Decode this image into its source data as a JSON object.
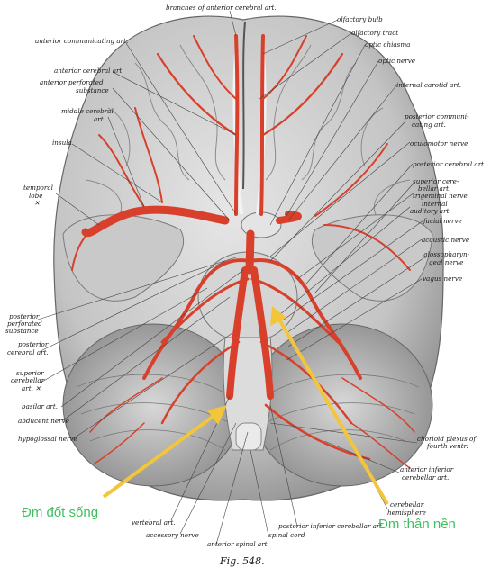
{
  "figure": {
    "caption": "Fig. 548.",
    "labels": {
      "branches_acerebral": "branches of anterior cerebral art.",
      "olfactory_bulb": "olfactory bulb",
      "olfactory_tract": "olfactory tract",
      "optic_chiasma": "optic chiasma",
      "optic_nerve": "optic nerve",
      "internal_carotid": "internal carotid art.",
      "posterior_communicating_1": "posterior communi-",
      "posterior_communicating_2": "cating art.",
      "oculomotor": "oculomotor nerve",
      "posterior_cerebral_r": "posterior cerebral art.",
      "sup_cerebellar_r1": "superior cere-",
      "sup_cerebellar_r2": "bellar art.",
      "trigeminal": "trigeminal nerve",
      "internal_auditory_1": "internal",
      "internal_auditory_2": "auditory art.",
      "facial": "facial nerve",
      "acoustic": "acoustic nerve",
      "glossopharyngeal_1": "glossopharyn-",
      "glossopharyngeal_2": "geal nerve",
      "vagus": "vagus nerve",
      "choroid_plexus_1": "chorioid plexus of",
      "choroid_plexus_2": "fourth ventr.",
      "ant_inf_cerebellar_1": "anterior inferior",
      "ant_inf_cerebellar_2": "cerebellar art.",
      "cerebellar_hemisphere_1": "cerebellar",
      "cerebellar_hemisphere_2": "hemisphere",
      "post_inf_cerebellar": "posterior inferior cerebellar art.",
      "spinal_cord": "spinal cord",
      "anterior_spinal": "anterior spinal art.",
      "accessory": "accessory nerve",
      "vertebral": "vertebral art.",
      "anterior_communicating": "anterior communicating art.",
      "anterior_cerebral": "anterior cerebral art.",
      "anterior_perforated_1": "anterior perforated",
      "anterior_perforated_2": "substance",
      "middle_cerebral_1": "middle cerebral",
      "middle_cerebral_2": "art.",
      "insula": "insula",
      "temporal_lobe_1": "temporal",
      "temporal_lobe_2": "lobe",
      "temporal_lobe_3": "✕",
      "posterior_perforated_1": "posterior",
      "posterior_perforated_2": "perforated",
      "posterior_perforated_3": "substance",
      "posterior_cerebral_l1": "posterior",
      "posterior_cerebral_l2": "cerebral art.",
      "sup_cerebellar_l1": "superior",
      "sup_cerebellar_l2": "cerebellar",
      "sup_cerebellar_l3": "art. ✕",
      "basilar": "basilar art.",
      "abducent": "abducent nerve",
      "hypoglossal": "hypoglossal nerve"
    },
    "annotations": {
      "vertebral_vn": "Đm đốt sống",
      "basilar_vn": "Đm thân nền"
    },
    "colors": {
      "artery": "#d9402b",
      "brain": "#cfcfcf",
      "arrow": "#f2c53a",
      "annotation_text": "#3fbf5f"
    }
  }
}
